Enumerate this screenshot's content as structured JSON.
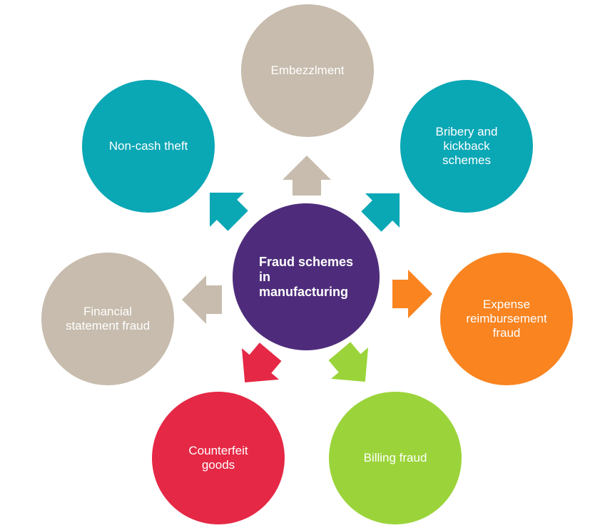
{
  "diagram": {
    "center": {
      "label": "Fraud schemes\nin\nmanufacturing",
      "color": "#4e2c7b"
    },
    "nodes": [
      {
        "id": "embezzlement",
        "label": "Embezzlment",
        "color": "#c7bcad"
      },
      {
        "id": "bribery",
        "label": "Bribery and\nkickback\nschemes",
        "color": "#0aa7b5"
      },
      {
        "id": "expense",
        "label": "Expense\nreimbursement\nfraud",
        "color": "#f98420"
      },
      {
        "id": "billing",
        "label": "Billing fraud",
        "color": "#9bd43a"
      },
      {
        "id": "counterfeit",
        "label": "Counterfeit\ngoods",
        "color": "#e52845"
      },
      {
        "id": "financial",
        "label": "Financial\nstatement fraud",
        "color": "#c7bcad"
      },
      {
        "id": "noncash",
        "label": "Non-cash theft",
        "color": "#0aa7b5"
      }
    ]
  }
}
